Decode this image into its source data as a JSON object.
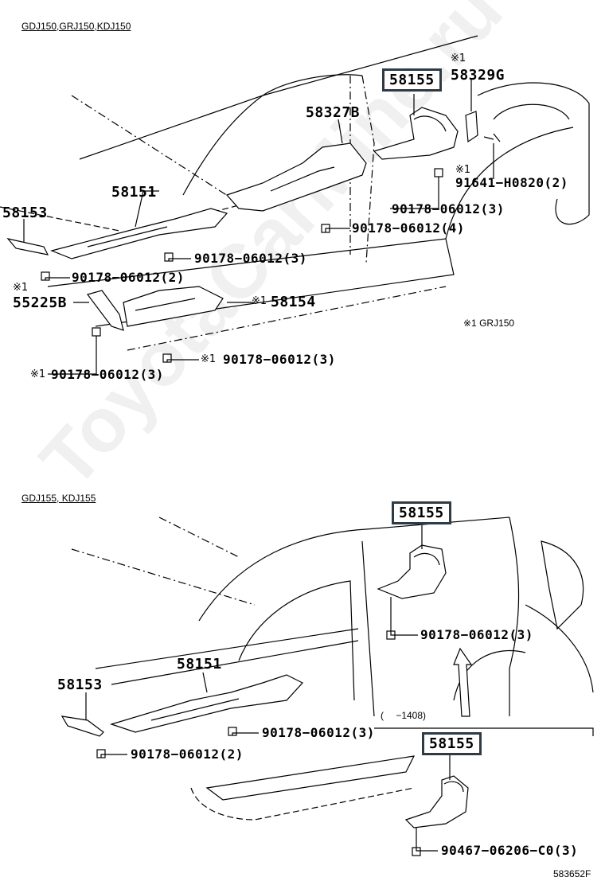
{
  "sections": {
    "top": {
      "header": "GDJ150,GRJ150,KDJ150"
    },
    "bottom": {
      "header": "GDJ155, KDJ155"
    }
  },
  "notes": {
    "mark": "※1",
    "grj150_note": "※1 GRJ150",
    "range": "(　 −1408)"
  },
  "labels_top": {
    "p58155": "58155",
    "p58329G": "58329G",
    "p58327B": "58327B",
    "p58151": "58151",
    "p58153": "58153",
    "p55225B": "55225B",
    "p58154": "58154",
    "bolt_91641": "91641−H0820(2)",
    "clip_a": "90178−06012(3)",
    "clip_b": "90178−06012(4)",
    "clip_c": "90178−06012(3)",
    "clip_d": "90178−06012(2)",
    "clip_e": "90178−06012(3)",
    "clip_f": "90178−06012(3)"
  },
  "labels_bottom": {
    "p58155_a": "58155",
    "p58151": "58151",
    "p58153": "58153",
    "p58155_b": "58155",
    "clip_a": "90178−06012(3)",
    "clip_b": "90178−06012(3)",
    "clip_c": "90178−06012(2)",
    "clip_d": "90467−06206−C0(3)"
  },
  "drawing_code": "583652F",
  "watermark": "ToyotaCarMine.ru"
}
